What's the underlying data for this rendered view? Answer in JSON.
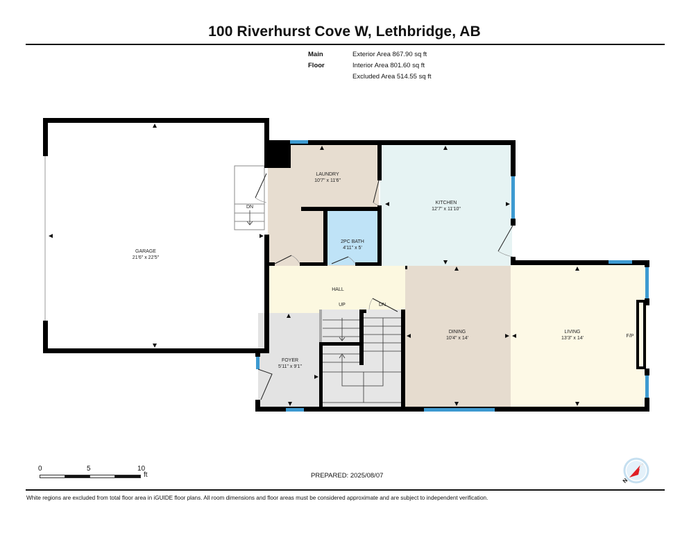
{
  "header": {
    "title": "100 Riverhurst Cove W, Lethbridge, AB"
  },
  "areas": {
    "floor_label": "Main Floor",
    "exterior": "Exterior Area 867.90 sq ft",
    "interior": "Interior Area 801.60 sq ft",
    "excluded": "Excluded Area 514.55 sq ft"
  },
  "rooms": {
    "garage": {
      "name": "GARAGE",
      "dims": "21'6\" x 22'5\""
    },
    "laundry": {
      "name": "LAUNDRY",
      "dims": "10'7\" x 11'6\""
    },
    "bath": {
      "name": "2PC BATH",
      "dims": "4'11\" x 5'"
    },
    "kitchen": {
      "name": "KITCHEN",
      "dims": "12'7\" x 11'10\""
    },
    "hall": {
      "name": "HALL"
    },
    "foyer": {
      "name": "FOYER",
      "dims": "5'11\" x 9'1\""
    },
    "dining": {
      "name": "DINING",
      "dims": "10'4\" x 14'"
    },
    "living": {
      "name": "LIVING",
      "dims": "13'3\" x 14'"
    }
  },
  "annotations": {
    "stair_dn_garage": "DN",
    "stair_up": "UP",
    "stair_dn_main": "DN",
    "fireplace": "F/P"
  },
  "colors": {
    "wall": "#000000",
    "window": "#3d9ad1",
    "laundry": "#e7ddd0",
    "bath": "#bfe3f7",
    "kitchen": "#e6f3f3",
    "hall": "#fcf8e0",
    "foyer": "#e3e3e3",
    "dining": "#e6dccf",
    "living": "#fdf9e6",
    "stairs": "#e6e6e6"
  },
  "scale": {
    "ticks": [
      "0",
      "5",
      "10"
    ],
    "unit": "ft"
  },
  "footer": {
    "prepared": "PREPARED: 2025/08/07",
    "disclaimer": "White regions are excluded from total floor area in iGUIDE floor plans. All room dimensions and floor areas must be considered approximate and are subject to independent verification."
  },
  "compass": {
    "north_label": "N"
  }
}
